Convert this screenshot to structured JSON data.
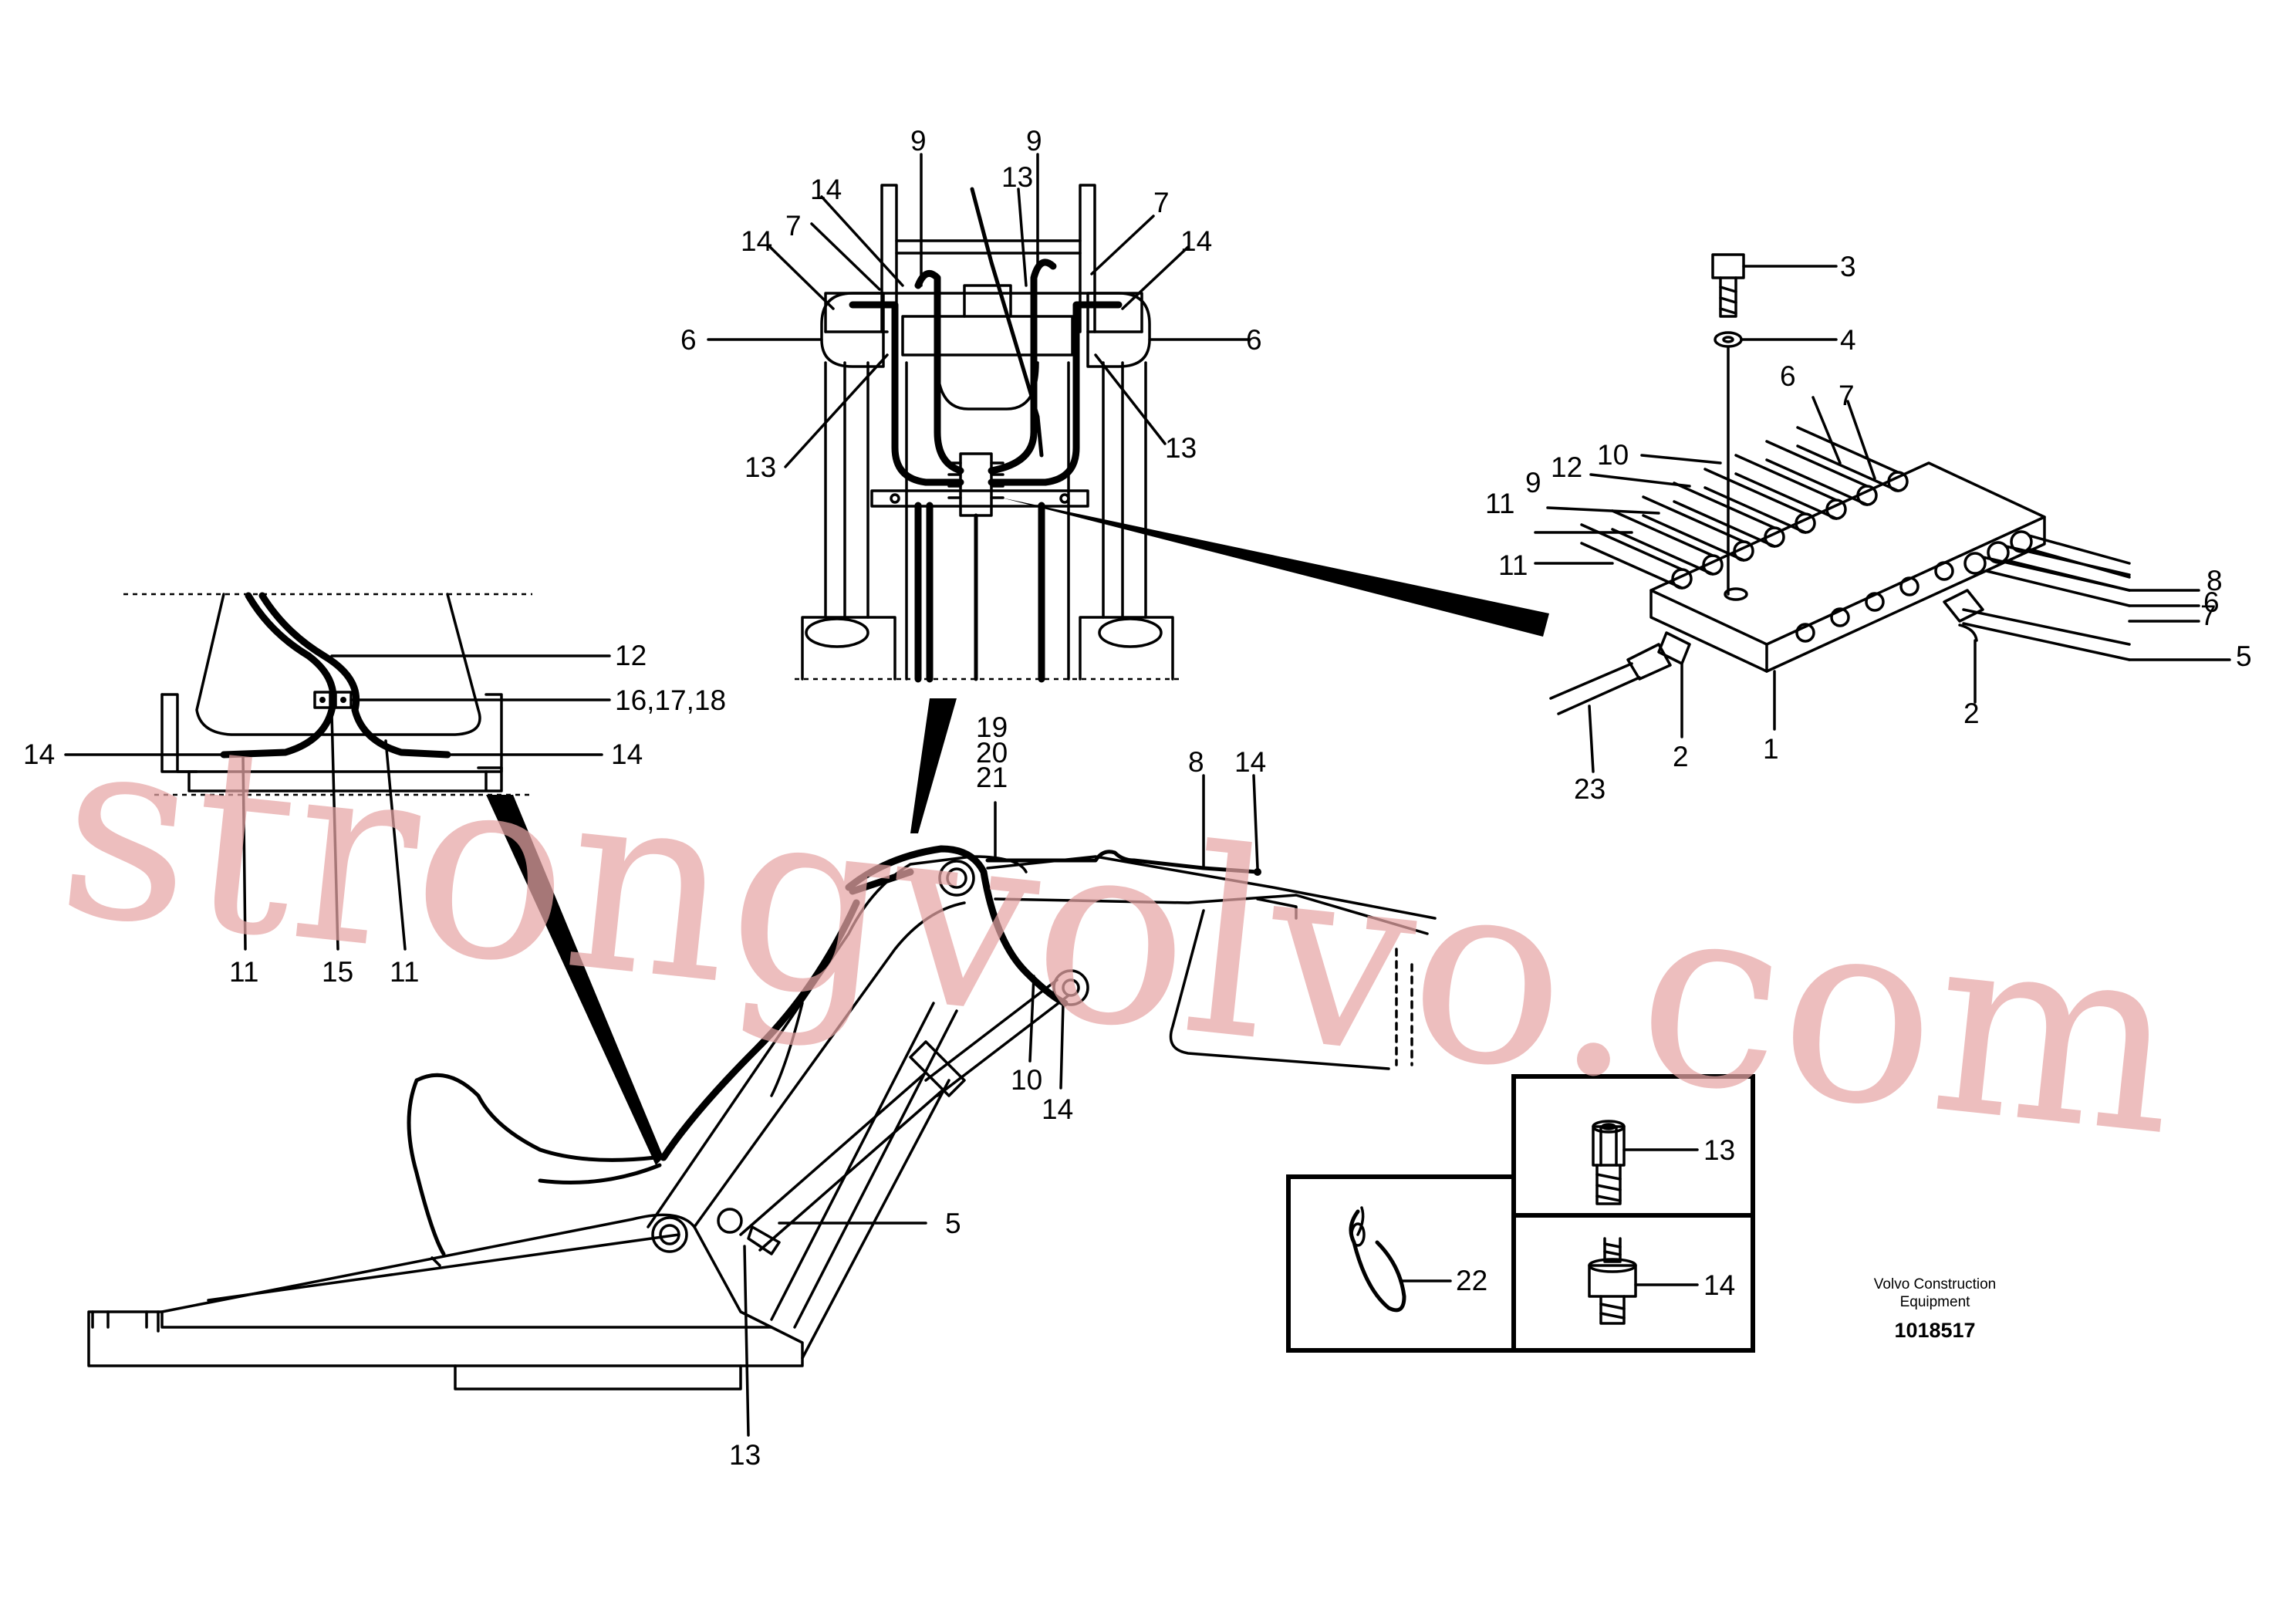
{
  "callouts": {
    "top_9a": "9",
    "top_9b": "9",
    "top_14a": "14",
    "top_13a": "13",
    "top_7a": "7",
    "top_7b": "7",
    "top_14b": "14",
    "top_14c": "14",
    "top_6a": "6",
    "top_6b": "6",
    "top_13b": "13",
    "top_13c": "13",
    "mf_3": "3",
    "mf_4": "4",
    "mf_6a": "6",
    "mf_7a": "7",
    "mf_10": "10",
    "mf_12": "12",
    "mf_9": "9",
    "mf_11a": "11",
    "mf_11b": "11",
    "mf_8": "8",
    "mf_6b": "6",
    "mf_7b": "7",
    "mf_5": "5",
    "mf_2a": "2",
    "mf_2b": "2",
    "mf_1": "1",
    "mf_23": "23",
    "left_12": "12",
    "left_16_17_18": "16,17,18",
    "left_14a": "14",
    "left_14b": "14",
    "left_11a": "11",
    "left_15": "15",
    "left_11b": "11",
    "boom_19": "19",
    "boom_20": "20",
    "boom_21": "21",
    "boom_8": "8",
    "boom_14a": "14",
    "boom_10": "10",
    "boom_14b": "14",
    "boom_5": "5",
    "boom_13": "13",
    "detail_13": "13",
    "detail_14": "14",
    "detail_22": "22"
  },
  "caption": {
    "company_line1": "Volvo Construction",
    "company_line2": "Equipment",
    "drawing_number": "1018517"
  },
  "watermark": "strongvolvo.com"
}
